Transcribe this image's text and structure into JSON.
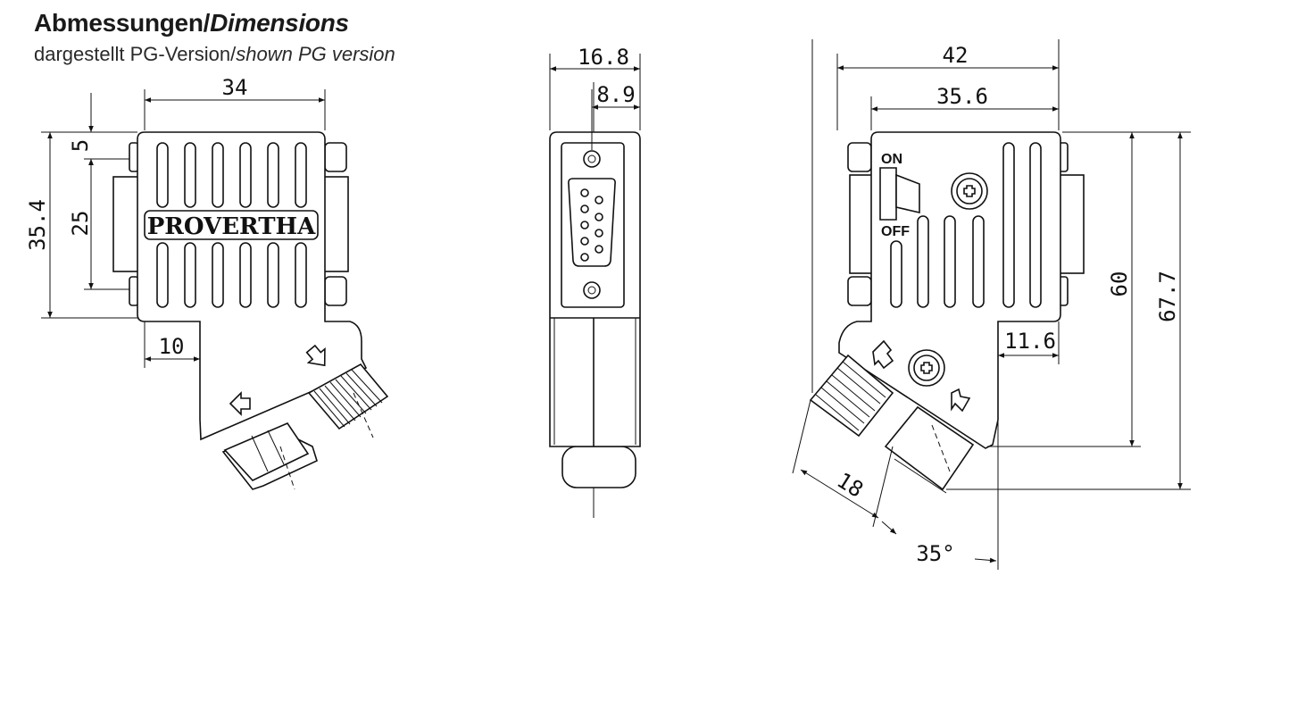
{
  "header": {
    "title_de": "Abmessungen/",
    "title_en": "Dimensions",
    "subtitle_de": "dargestellt PG-Version/",
    "subtitle_en": "shown PG version"
  },
  "front_view": {
    "brand": "PROVERTHA",
    "dim_width": "34",
    "dim_top": "5",
    "dim_mid": "25",
    "dim_height": "35.4",
    "dim_offset": "10"
  },
  "side_view": {
    "dim_total": "16.8",
    "dim_inner": "8.9"
  },
  "rear_view": {
    "switch_on": "ON",
    "switch_off": "OFF",
    "dim_width": "42",
    "dim_inner_width": "35.6",
    "dim_small": "11.6",
    "dim_height_inner": "60",
    "dim_height_total": "67.7",
    "dim_cable": "18",
    "dim_angle": "35°"
  }
}
